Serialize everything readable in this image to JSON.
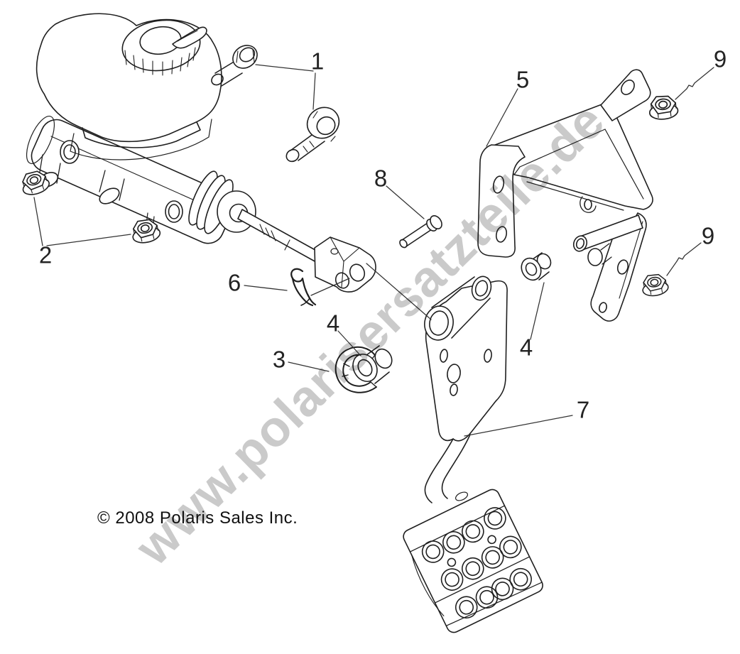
{
  "watermark": {
    "text": "www.polarisersatzteile.de",
    "color": "#cacaca"
  },
  "copyright": {
    "text": "© 2008 Polaris Sales Inc."
  },
  "callouts": {
    "c1": "1",
    "c2": "2",
    "c3": "3",
    "c4a": "4",
    "c4b": "4",
    "c5": "5",
    "c6": "6",
    "c7": "7",
    "c8": "8",
    "c9a": "9",
    "c9b": "9"
  }
}
